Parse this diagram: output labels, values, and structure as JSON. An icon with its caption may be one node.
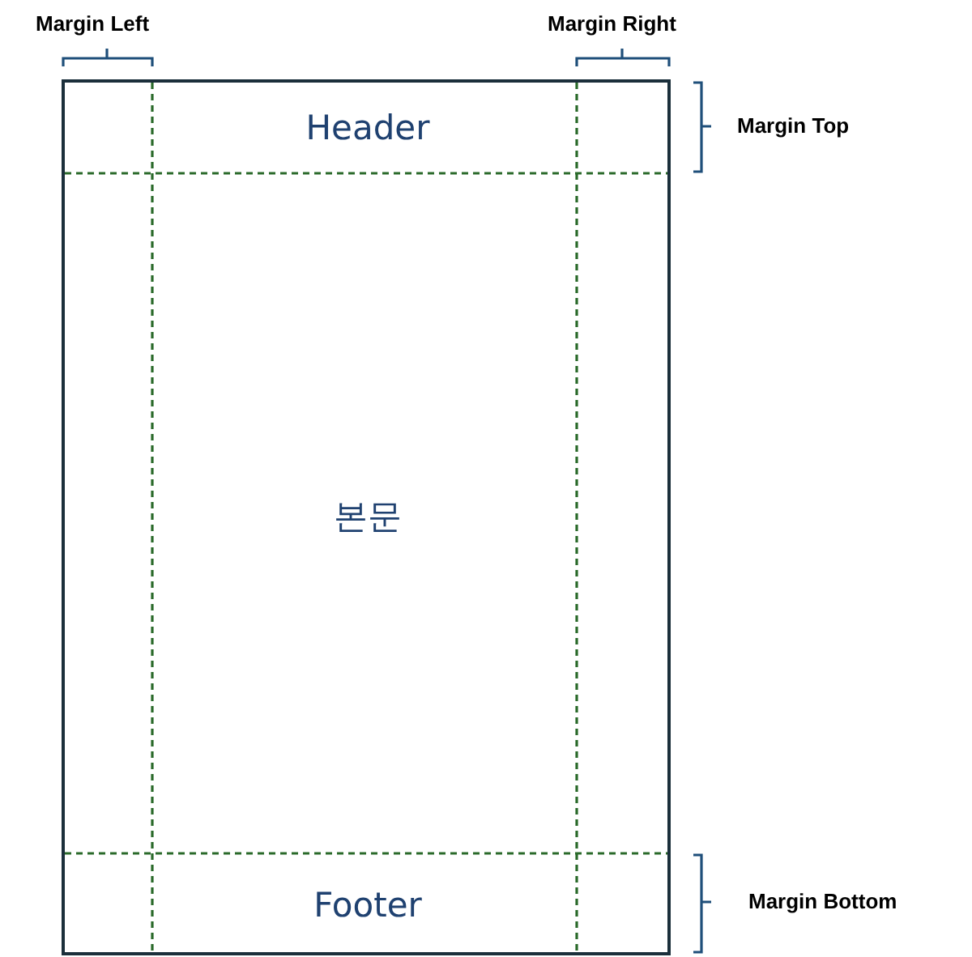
{
  "diagram": {
    "nodes": [
      {
        "text": [],
        "shape": "box"
      },
      {
        "text": [
          "Header"
        ],
        "in": 0
      },
      {
        "text": [
          "본문"
        ],
        "in": 0
      },
      {
        "text": [
          "Footer"
        ],
        "in": 0
      }
    ],
    "edges": [],
    "labels": [
      "Margin Left",
      "Margin Right",
      "Margin Top",
      "Margin Bottom"
    ]
  }
}
